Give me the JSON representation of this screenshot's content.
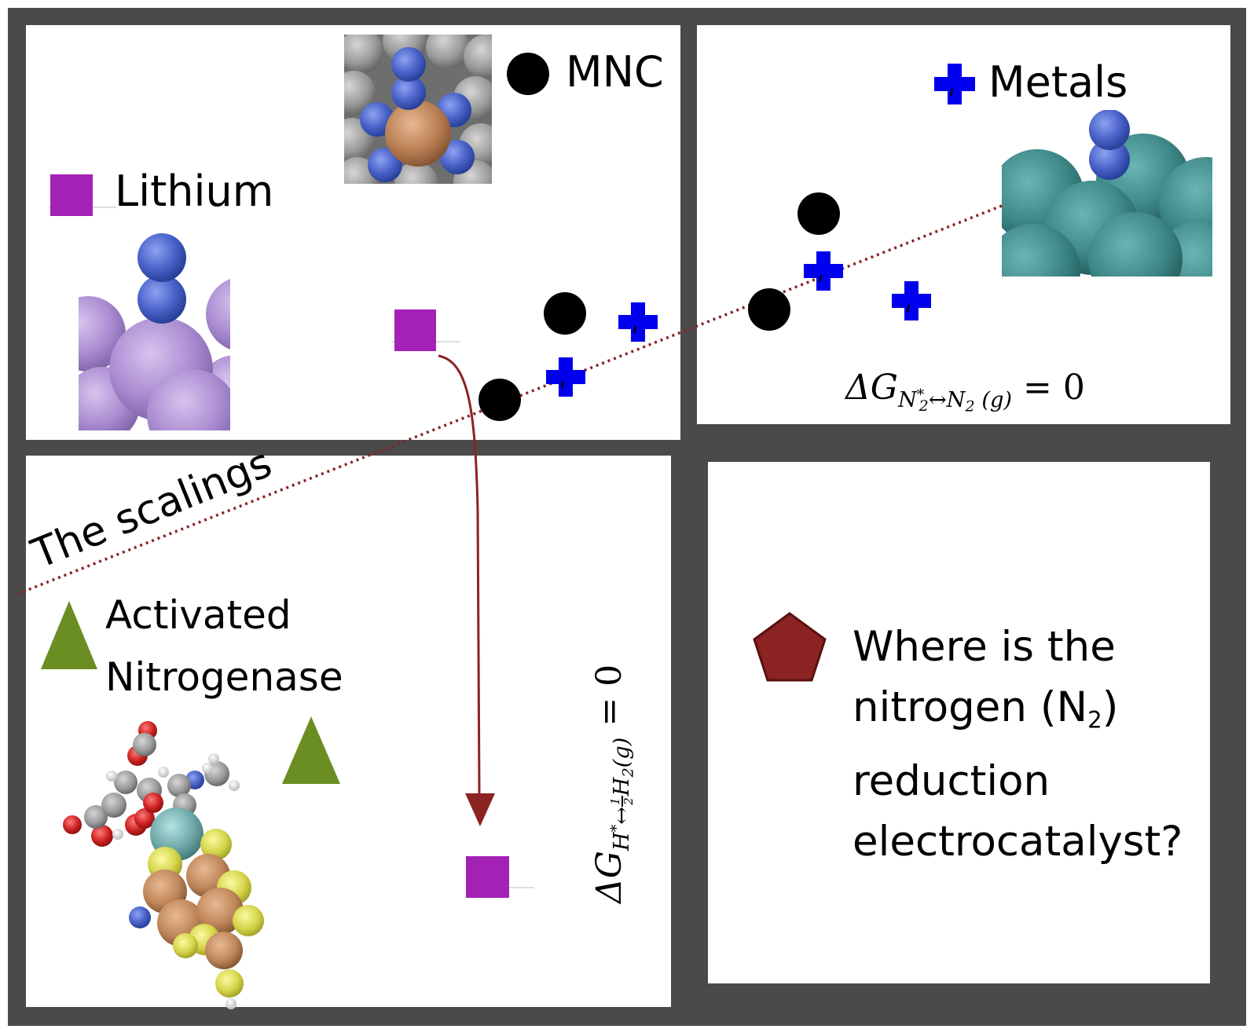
{
  "legend": {
    "mnc": "MNC",
    "metals": "Metals",
    "lithium": "Lithium",
    "activated": "Activated",
    "nitrogenase": "Nitrogenase"
  },
  "scalings_label": "The scalings",
  "n2_equation": {
    "delta": "ΔG",
    "sub_a": "N",
    "sub_a_sub": "2",
    "sub_a_sup": "*",
    "sub_b": "↔N",
    "sub_b_sub": "2",
    "sub_c": " (g)",
    "rhs": " = 0"
  },
  "h_equation": {
    "delta": "ΔG",
    "sub_a": "H",
    "sup_a": "*",
    "arrow": "↔",
    "frac_num": "1",
    "frac_den": "2",
    "sub_b": "H",
    "sub_b_sub": "2",
    "sub_c": "(g)",
    "rhs": " = 0"
  },
  "question": {
    "line1": "Where is the",
    "line2_pre": "nitrogen (N",
    "line2_sub": "2",
    "line2_post": ")",
    "line3": "reduction",
    "line4": "electrocatalyst?"
  },
  "colors": {
    "frame": "#4a4a4a",
    "mnc": "#000000",
    "metals": "#0000ee",
    "lithium": "#a321b5",
    "nitrogenase": "#6b8e23",
    "target": "#8b2323",
    "scaling_line": "#8b2323",
    "nitrogen_atom": "#4a63c9",
    "lithium_atom": "#a98ad0",
    "metal_atom": "#3d8787",
    "carbon_atom": "#8c8c8c",
    "core_metal_atom": "#b97e52",
    "sulfur_atom": "#d4d44a",
    "oxygen_atom": "#cc2020",
    "hydrogen_atom": "#e6e6e6",
    "fe_atom": "#c0875a",
    "mo_atom": "#6fa8a8"
  },
  "icons": {
    "mnc_marker": "filled-circle",
    "metals_marker": "plus-cross",
    "lithium_marker": "square",
    "nitrogenase_marker": "triangle",
    "target_marker": "pentagon"
  }
}
